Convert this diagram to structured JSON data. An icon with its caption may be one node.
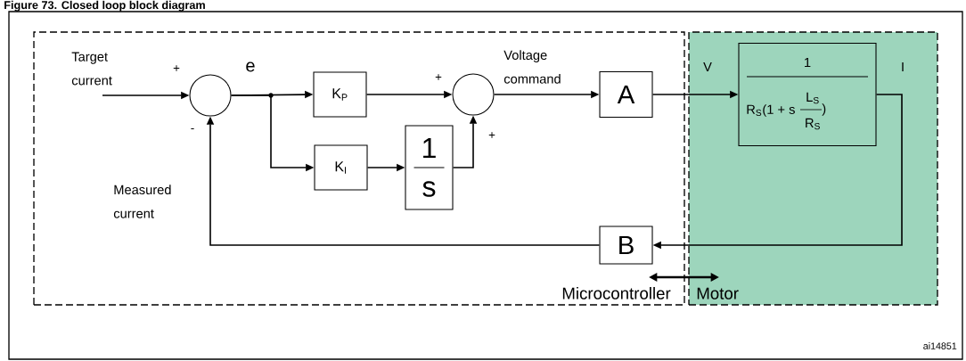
{
  "diagram": {
    "title": "Figure 73. Closed loop block diagram",
    "nodes": [
      {
        "text": [
          "Microcontroller"
        ]
      },
      {
        "text": [
          "Motor"
        ]
      },
      {
        "text": [],
        "shape": "circle",
        "in": 0
      },
      {
        "text": [
          "K$_{P}$"
        ],
        "in": 0
      },
      {
        "text": [
          "K$_{I}$"
        ],
        "in": 0
      },
      {
        "text": [
          "1",
          "s"
        ],
        "in": 0
      },
      {
        "text": [],
        "shape": "circle",
        "in": 0
      },
      {
        "text": [
          "A"
        ],
        "in": 0
      },
      {
        "text": [
          "B"
        ],
        "in": 0
      },
      {
        "text": [
          "1",
          "R$_{S}$(1 + s",
          "L$_{S}$",
          "R$_{S}$",
          ")"
        ],
        "in": 1
      }
    ],
    "edges": [
      {
        "from": null,
        "to": 2,
        "arrow": "to"
      },
      {
        "from": 2,
        "to": 3,
        "arrow": "to"
      },
      {
        "from": 2,
        "to": 4,
        "arrow": "to"
      },
      {
        "from": 3,
        "to": 6,
        "arrow": "to"
      },
      {
        "from": 4,
        "to": 5,
        "arrow": "to"
      },
      {
        "from": 5,
        "to": 6,
        "arrow": "to"
      },
      {
        "from": 6,
        "to": 7,
        "arrow": "to"
      },
      {
        "from": 7,
        "to": 9,
        "arrow": "to"
      },
      {
        "from": 9,
        "to": 8,
        "arrow": "to"
      },
      {
        "from": 8,
        "to": 2,
        "arrow": "to"
      }
    ],
    "labels": [
      "Target current",
      "+",
      "e",
      "-",
      "Measured current",
      "+",
      "Voltage command",
      "+",
      "V",
      "I",
      "ai14851"
    ]
  }
}
